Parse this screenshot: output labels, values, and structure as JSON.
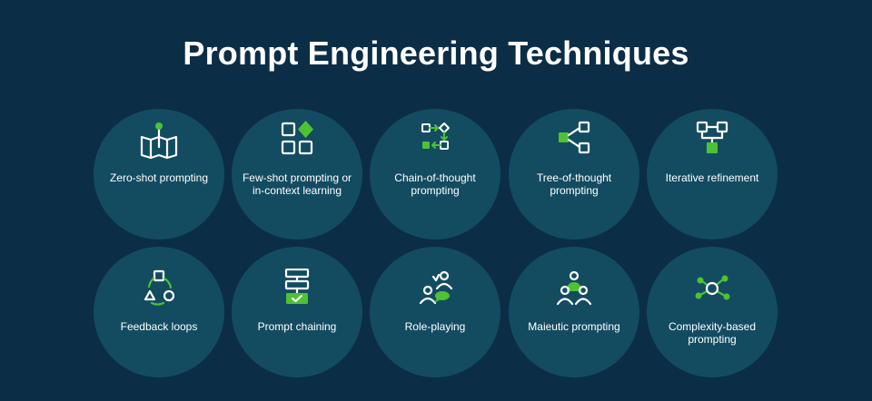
{
  "title": "Prompt Engineering Techniques",
  "colors": {
    "background": "#0c2d46",
    "circle": "#134c61",
    "accent_green": "#4ec135",
    "icon_stroke": "#ffffff"
  },
  "techniques": [
    {
      "label": "Zero-shot prompting",
      "icon": "map-pin-icon"
    },
    {
      "label": "Few-shot prompting or in-context learning",
      "icon": "shapes-grid-icon"
    },
    {
      "label": "Chain-of-thought prompting",
      "icon": "flow-chain-icon"
    },
    {
      "label": "Tree-of-thought prompting",
      "icon": "tree-branch-icon"
    },
    {
      "label": "Iterative refinement",
      "icon": "hierarchy-icon"
    },
    {
      "label": "Feedback loops",
      "icon": "cycle-shapes-icon"
    },
    {
      "label": "Prompt chaining",
      "icon": "stacked-blocks-check-icon"
    },
    {
      "label": "Role-playing",
      "icon": "people-chat-icon"
    },
    {
      "label": "Maieutic prompting",
      "icon": "group-people-icon"
    },
    {
      "label": "Complexity-based prompting",
      "icon": "network-nodes-icon"
    }
  ]
}
